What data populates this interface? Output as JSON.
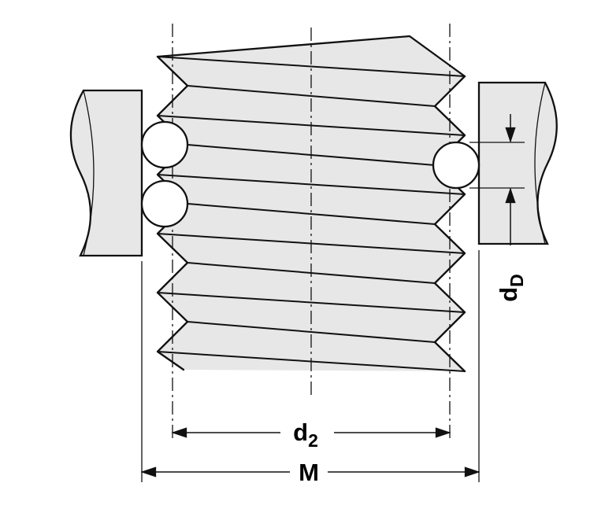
{
  "labels": {
    "pitch_diameter": {
      "base": "d",
      "sub": "2"
    },
    "measurement_over_wires": {
      "base": "M",
      "sub": ""
    },
    "wire_diameter": {
      "base": "d",
      "sub": "D"
    }
  },
  "colors": {
    "background": "#ffffff",
    "part_fill": "#e7e7e7",
    "wire_fill": "#ffffff",
    "line": "#111111"
  }
}
